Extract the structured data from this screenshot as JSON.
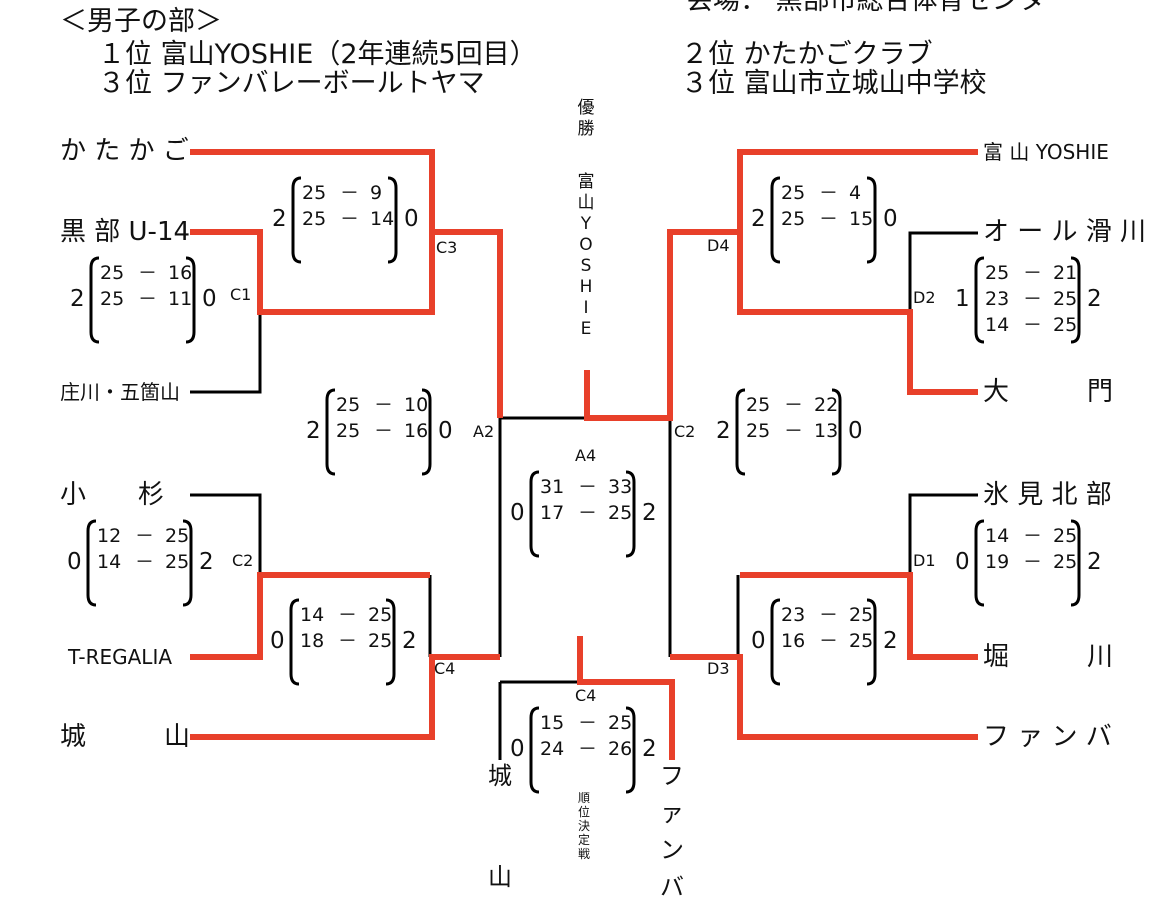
{
  "header": {
    "division": "＜男子の部＞",
    "venue": "会場： 黒部市総合体育センタ",
    "first": "１位 富山YOSHIE（2年連続5回目）",
    "second": "２位 かたかごクラブ",
    "third_a": "３位 ファンバレーボールトヤマ",
    "third_b": "３位 富山市立城山中学校"
  },
  "teams": {
    "l1": "か た か ご",
    "l2": "黒 部 U-14",
    "l3": "庄川・五箇山",
    "l4": "小　　杉",
    "l5": "T-REGALIA",
    "l6": "城　　　山",
    "r1": "富 山 YOSHIE",
    "r2": "オ ー ル 滑 川",
    "r3": "大　　　門",
    "r4": "氷 見 北 部",
    "r5": "堀　　　川",
    "r6": "フ ァ ン バ"
  },
  "champion": {
    "label": [
      "優",
      "勝"
    ],
    "name": [
      "富",
      "山",
      "Y",
      "O",
      "S",
      "H",
      "I",
      "E"
    ]
  },
  "placement": {
    "label": [
      "順",
      "位",
      "決",
      "定",
      "戦"
    ],
    "left": [
      "城",
      "山"
    ],
    "right": [
      "フ",
      "ァ",
      "ン",
      "バ"
    ]
  },
  "matches": {
    "c1": {
      "code": "C1",
      "w": "2",
      "l": "0",
      "s1a": "25",
      "s1b": "16",
      "s2a": "25",
      "s2b": "11"
    },
    "c3": {
      "code": "C3",
      "w": "2",
      "l": "0",
      "s1a": "25",
      "s1b": "9",
      "s2a": "25",
      "s2b": "14"
    },
    "c2l": {
      "code": "C2",
      "w": "0",
      "l": "2",
      "s1a": "12",
      "s1b": "25",
      "s2a": "14",
      "s2b": "25"
    },
    "c4l": {
      "code": "C4",
      "w": "0",
      "l": "2",
      "s1a": "14",
      "s1b": "25",
      "s2a": "18",
      "s2b": "25"
    },
    "a2": {
      "code": "A2",
      "w": "2",
      "l": "0",
      "s1a": "25",
      "s1b": "10",
      "s2a": "25",
      "s2b": "16"
    },
    "a4": {
      "code": "A4",
      "w": "0",
      "l": "2",
      "s1a": "31",
      "s1b": "33",
      "s2a": "17",
      "s2b": "25"
    },
    "c4m": {
      "code": "C4",
      "w": "0",
      "l": "2",
      "s1a": "15",
      "s1b": "25",
      "s2a": "24",
      "s2b": "26"
    },
    "c2r": {
      "code": "C2",
      "w": "2",
      "l": "0",
      "s1a": "25",
      "s1b": "22",
      "s2a": "25",
      "s2b": "13"
    },
    "d4": {
      "code": "D4",
      "w": "2",
      "l": "0",
      "s1a": "25",
      "s1b": "4",
      "s2a": "25",
      "s2b": "15"
    },
    "d2": {
      "code": "D2",
      "w": "1",
      "l": "2",
      "s1a": "25",
      "s1b": "21",
      "s2a": "23",
      "s2b": "25",
      "s3a": "14",
      "s3b": "25"
    },
    "d1": {
      "code": "D1",
      "w": "0",
      "l": "2",
      "s1a": "14",
      "s1b": "25",
      "s2a": "19",
      "s2b": "25"
    },
    "d3": {
      "code": "D3",
      "w": "0",
      "l": "2",
      "s1a": "23",
      "s1b": "25",
      "s2a": "16",
      "s2b": "25"
    }
  },
  "dash": "－",
  "colors": {
    "winner_line": "#e8402a",
    "line": "#000000"
  }
}
